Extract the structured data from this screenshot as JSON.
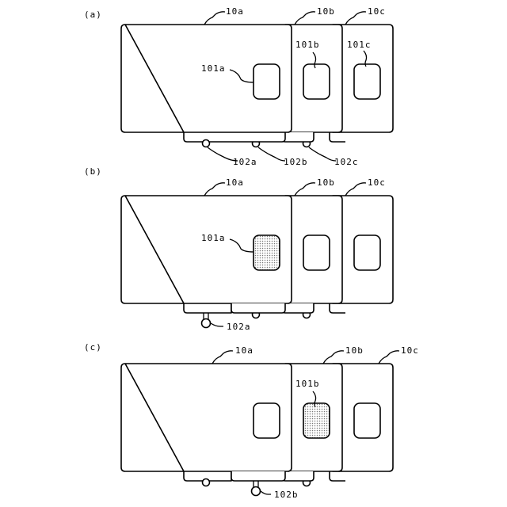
{
  "panels": [
    {
      "tag": "(a)",
      "labels": {
        "card_a": "10a",
        "card_b": "10b",
        "card_c": "10c",
        "window_a": "101a",
        "window_b": "101b",
        "window_c": "101c",
        "roller_a": "102a",
        "roller_b": "102b",
        "roller_c": "102c"
      },
      "highlighted_window": "none",
      "extended_roller": "none"
    },
    {
      "tag": "(b)",
      "labels": {
        "card_a": "10a",
        "card_b": "10b",
        "card_c": "10c",
        "window_a": "101a",
        "roller_a": "102a"
      },
      "highlighted_window": "a",
      "extended_roller": "a"
    },
    {
      "tag": "(c)",
      "labels": {
        "card_a": "10a",
        "card_b": "10b",
        "card_c": "10c",
        "window_b": "101b",
        "roller_b": "102b"
      },
      "highlighted_window": "b",
      "extended_roller": "b"
    }
  ]
}
